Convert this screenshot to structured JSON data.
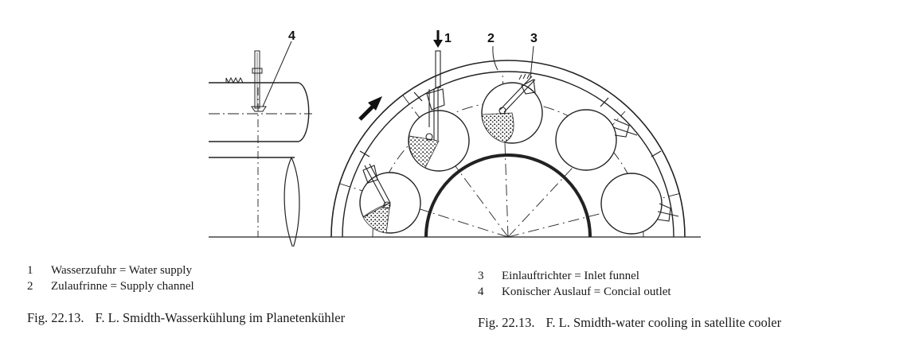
{
  "diagram": {
    "callouts": [
      "1",
      "2",
      "3",
      "4"
    ],
    "icons": [
      "down-arrow-icon",
      "rotation-direction-arrow-icon"
    ]
  },
  "legend_left": [
    {
      "num": "1",
      "text": "Wasserzufuhr = Water supply"
    },
    {
      "num": "2",
      "text": "Zulaufrinne = Supply channel"
    }
  ],
  "legend_right": [
    {
      "num": "3",
      "text": "Einlauftrichter = Inlet funnel"
    },
    {
      "num": "4",
      "text": "Konischer Auslauf = Concial outlet"
    }
  ],
  "captions": {
    "german": {
      "fig": "Fig. 22.13.",
      "text": "F. L. Smidth-Wasserkühlung im Planetenkühler"
    },
    "english": {
      "fig": "Fig. 22.13.",
      "text": "F. L. Smidth-water cooling in satellite cooler"
    }
  },
  "colors": {
    "ink": "#1a1a1a",
    "background": "#ffffff"
  }
}
